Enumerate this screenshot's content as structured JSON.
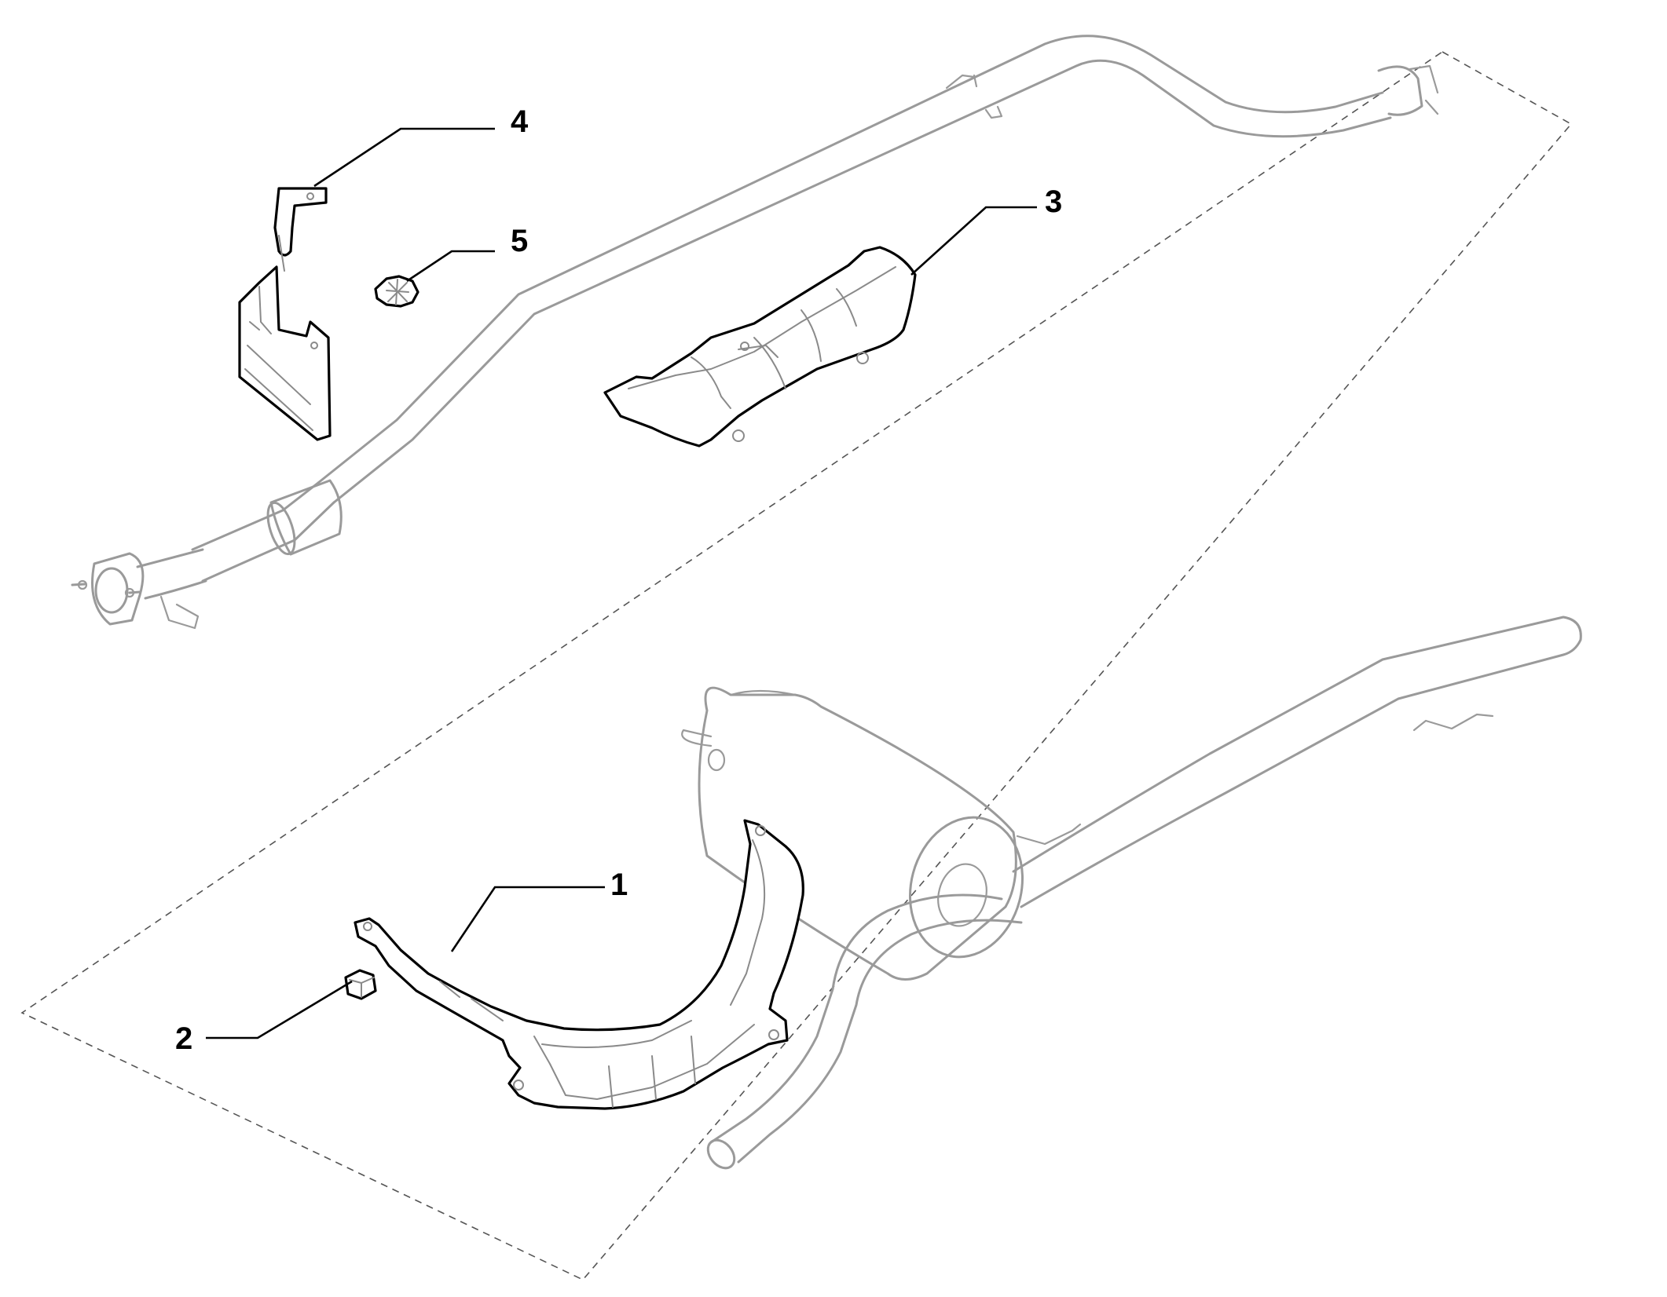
{
  "diagram": {
    "callouts": [
      {
        "id": "1",
        "label": "1"
      },
      {
        "id": "2",
        "label": "2"
      },
      {
        "id": "3",
        "label": "3"
      },
      {
        "id": "4",
        "label": "4"
      },
      {
        "id": "5",
        "label": "5"
      }
    ],
    "colors": {
      "part_outline": "#000000",
      "context_outline": "#9a9a9a",
      "background": "#ffffff"
    }
  }
}
